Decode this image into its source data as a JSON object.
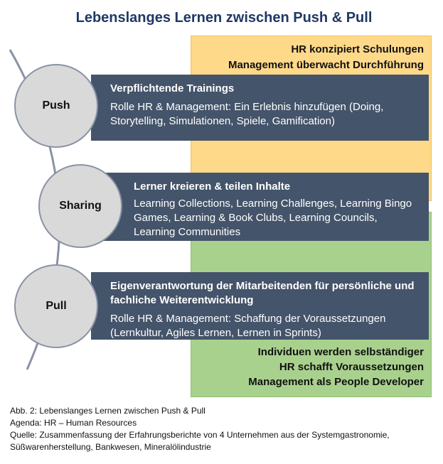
{
  "title": "Lebenslanges Lernen zwischen Push & Pull",
  "push_box": {
    "line1": "HR konzipiert Schulungen",
    "line2": "Management überwacht Durchführung"
  },
  "pull_box": {
    "line1": "Individuen werden selbständiger",
    "line2": "HR schafft Voraussetzungen",
    "line3": "Management als People Developer"
  },
  "stages": {
    "push": {
      "label": "Push",
      "heading": "Verpflichtende Trainings",
      "body": "Rolle HR & Management: Ein Erlebnis hinzufügen (Doing, Storytelling, Simulationen, Spiele, Gamification)"
    },
    "sharing": {
      "label": "Sharing",
      "heading": "Lerner kreieren & teilen Inhalte",
      "body": "Learning Collections, Learning Challenges, Learning Bingo Games, Learning & Book Clubs, Learning Councils, Learning Communities"
    },
    "pull": {
      "label": "Pull",
      "heading": "Eigenverantwortung der Mitarbeitenden für persönliche und fachliche Weiterentwicklung",
      "body": "Rolle HR & Management: Schaffung der Voraussetzungen (Lernkultur, Agiles Lernen, Lernen in Sprints)"
    }
  },
  "footer": {
    "line1": "Abb. 2: Lebenslanges Lernen zwischen Push & Pull",
    "line2": "Agenda: HR – Human Resources",
    "line3": "Quelle: Zusammenfassung der Erfahrungsberichte von 4 Unternehmen aus der Systemgastronomie,",
    "line4": "Süßwarenherstellung, Bankwesen, Mineralölindustrie"
  }
}
